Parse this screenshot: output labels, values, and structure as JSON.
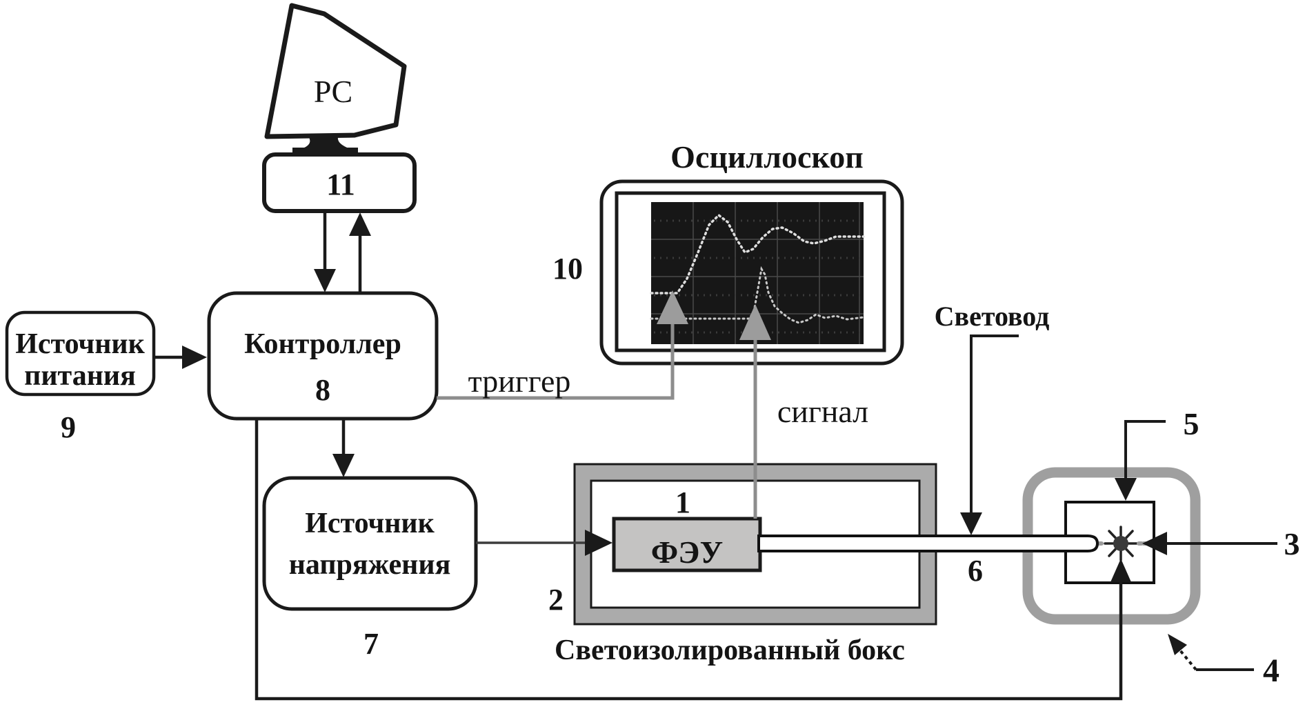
{
  "figure": {
    "pc": {
      "label": "PC",
      "interface_number": "11"
    },
    "controller": {
      "label": "Контроллер",
      "number": "8"
    },
    "power_supply": {
      "label_line1": "Источник",
      "label_line2": "питания",
      "number": "9"
    },
    "voltage_source": {
      "label_line1": "Источник",
      "label_line2": "напряжения",
      "number": "7"
    },
    "oscilloscope": {
      "label": "Осциллоскоп",
      "number": "10"
    },
    "wires": {
      "trigger_label": "триггер",
      "signal_label": "сигнал"
    },
    "light_guide": {
      "label": "Световод",
      "number": "6"
    },
    "pmt": {
      "label": "ФЭУ",
      "number": "1"
    },
    "light_box": {
      "label": "Светоизолированный бокс",
      "number": "2"
    },
    "chamber": {
      "number": "4",
      "window_number": "5",
      "source_number": "3"
    }
  },
  "colors": {
    "ink": "#1a1a1a",
    "wire_gray": "#8d8d8d",
    "arrow_gray": "#9c9c9c",
    "wall_gray": "#ababab",
    "chamber_gray": "#9f9f9f",
    "screen_bg": "#171717",
    "trace_light": "#dedede",
    "trace_dim": "#c9c9c9",
    "pmt_fill": "#c4c3c2"
  }
}
